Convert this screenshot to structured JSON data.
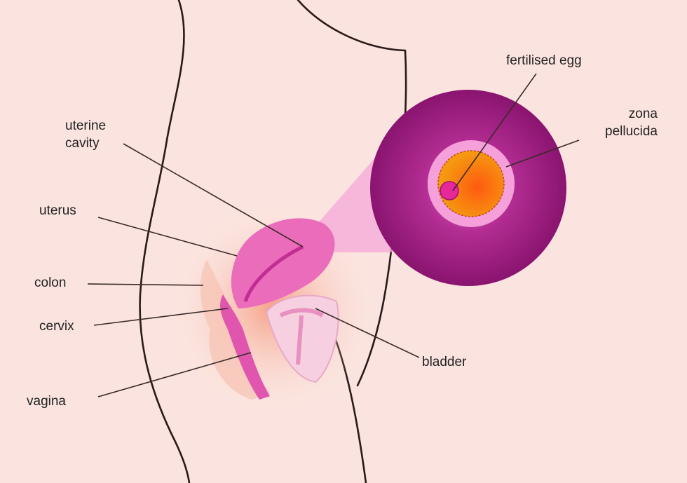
{
  "labels": {
    "fertilised_egg": "fertilised egg",
    "zona_line1": "zona",
    "zona_line2": "pellucida",
    "cavity_line1": "uterine",
    "cavity_line2": "cavity",
    "uterus": "uterus",
    "colon": "colon",
    "cervix": "cervix",
    "vagina": "vagina",
    "bladder": "bladder"
  },
  "colors": {
    "background": "#fbe4df",
    "magnified_circle": "#9c1a7c",
    "uterus": "#e85cb0",
    "egg": "#f07a10",
    "zona": "#f29ad6",
    "glow": "#f7a080"
  }
}
